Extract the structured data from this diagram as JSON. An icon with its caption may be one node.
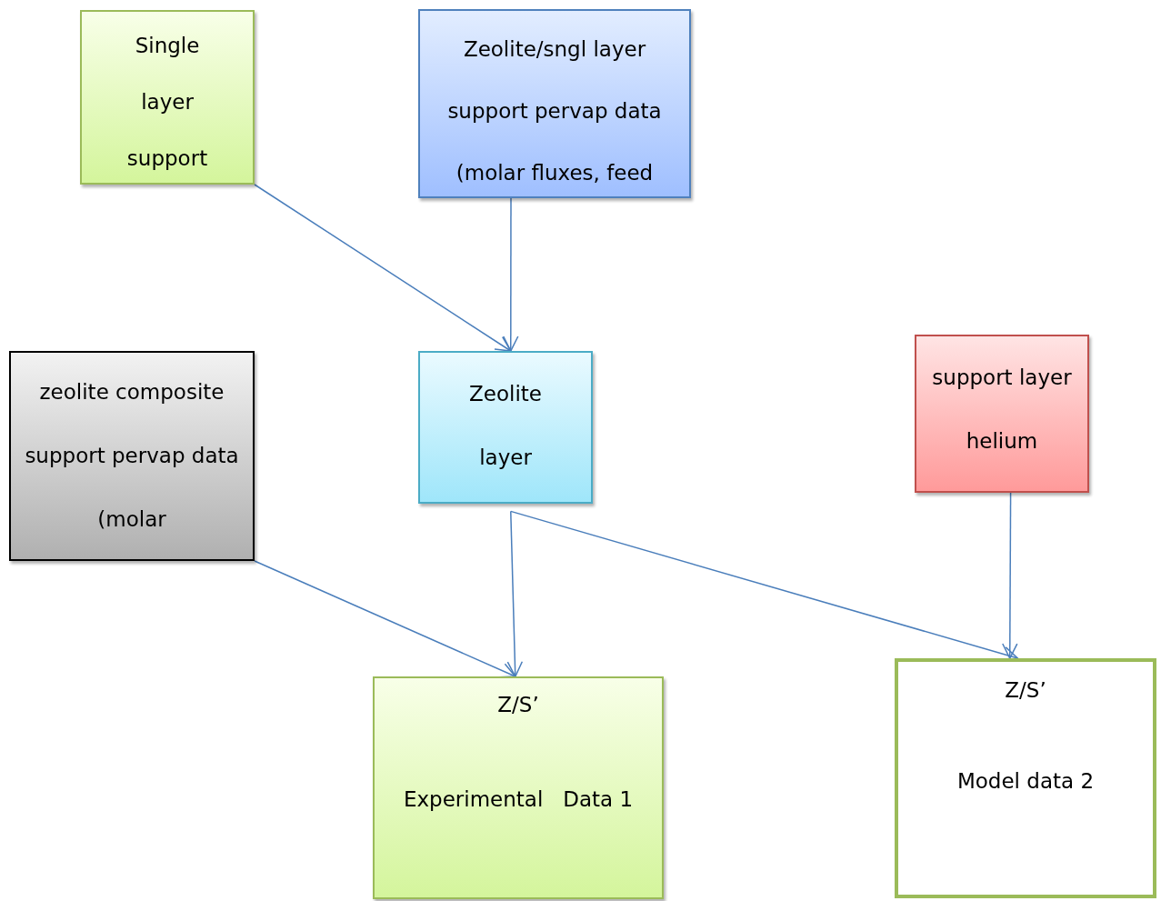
{
  "diagram": {
    "nodes": [
      {
        "text": [
          "Single layer support"
        ]
      },
      {
        "text": [
          "Zeolite/sngl layer support pervap data (molar fluxes, feed"
        ]
      },
      {
        "text": [
          "zeolite composite support pervap data (molar"
        ]
      },
      {
        "text": [
          "Zeolite layer"
        ]
      },
      {
        "text": [
          "support layer helium"
        ]
      },
      {
        "text": [
          "Z/S’",
          "Experimental   Data 1"
        ]
      },
      {
        "text": [
          "Z/S’",
          "Model data 2"
        ]
      }
    ],
    "edges": [
      {
        "from": 0,
        "to": 3,
        "arrow": "to"
      },
      {
        "from": 1,
        "to": 3,
        "arrow": "to"
      },
      {
        "from": 3,
        "to": 5,
        "arrow": "to"
      },
      {
        "from": 2,
        "to": 5,
        "arrow": "to"
      },
      {
        "from": 3,
        "to": 6,
        "arrow": "to"
      },
      {
        "from": 4,
        "to": 6,
        "arrow": "to"
      }
    ]
  }
}
